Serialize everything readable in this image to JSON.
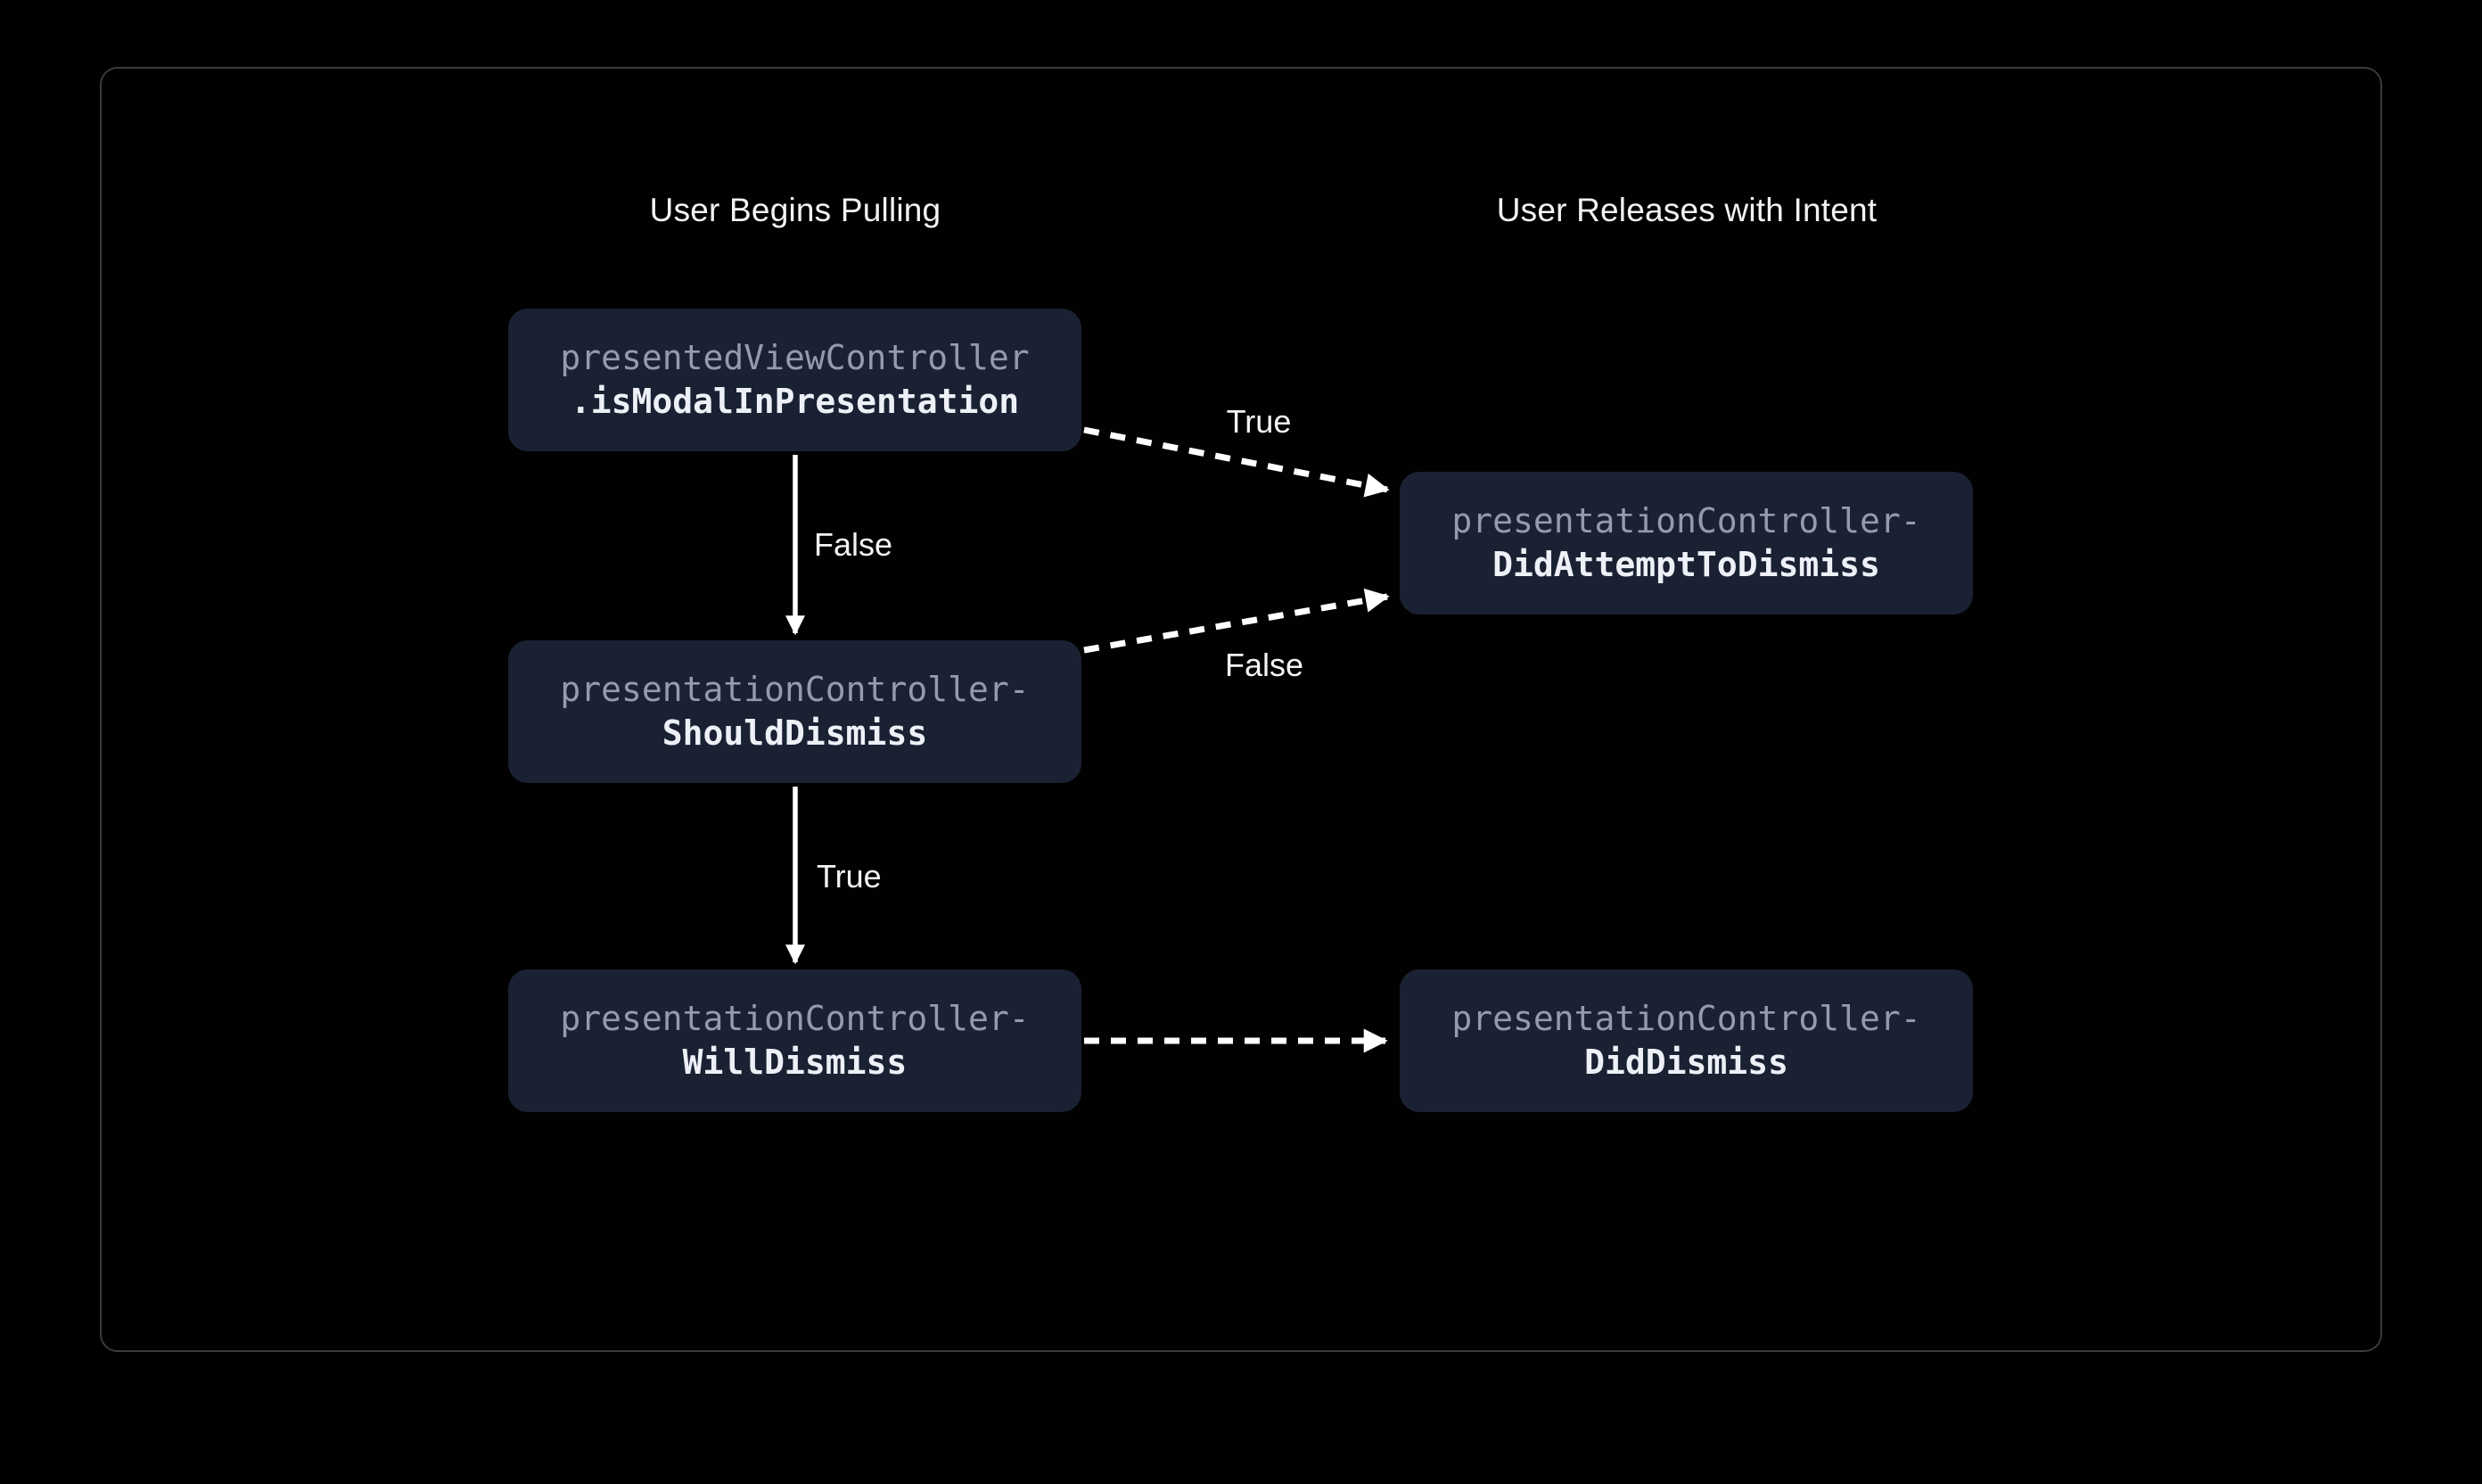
{
  "slide": {
    "column_headers": [
      {
        "label": "User Begins Pulling"
      },
      {
        "label": "User Releases with Intent"
      }
    ],
    "nodes": [
      {
        "id": "isModalInPresentation",
        "line1": "presentedViewController",
        "line2": ".isModalInPresentation"
      },
      {
        "id": "shouldDismiss",
        "line1": "presentationController-",
        "line2": "ShouldDismiss"
      },
      {
        "id": "willDismiss",
        "line1": "presentationController-",
        "line2": "WillDismiss"
      },
      {
        "id": "didAttemptToDismiss",
        "line1": "presentationController-",
        "line2": "DidAttemptToDismiss"
      },
      {
        "id": "didDismiss",
        "line1": "presentationController-",
        "line2": "DidDismiss"
      }
    ],
    "edges": [
      {
        "from": "isModalInPresentation",
        "to": "shouldDismiss",
        "label": "False",
        "style": "solid"
      },
      {
        "from": "isModalInPresentation",
        "to": "didAttemptToDismiss",
        "label": "True",
        "style": "dashed"
      },
      {
        "from": "shouldDismiss",
        "to": "didAttemptToDismiss",
        "label": "False",
        "style": "dashed"
      },
      {
        "from": "shouldDismiss",
        "to": "willDismiss",
        "label": "True",
        "style": "solid"
      },
      {
        "from": "willDismiss",
        "to": "didDismiss",
        "label": "",
        "style": "dashed"
      }
    ],
    "colors": {
      "background": "#000000",
      "panel_border": "#3a3a3c",
      "node_fill": "#1a2132",
      "node_text_primary": "#939bac",
      "node_text_emphasis": "#edf0f6",
      "arrow": "#ffffff",
      "label_text": "#f3f3f5"
    }
  }
}
